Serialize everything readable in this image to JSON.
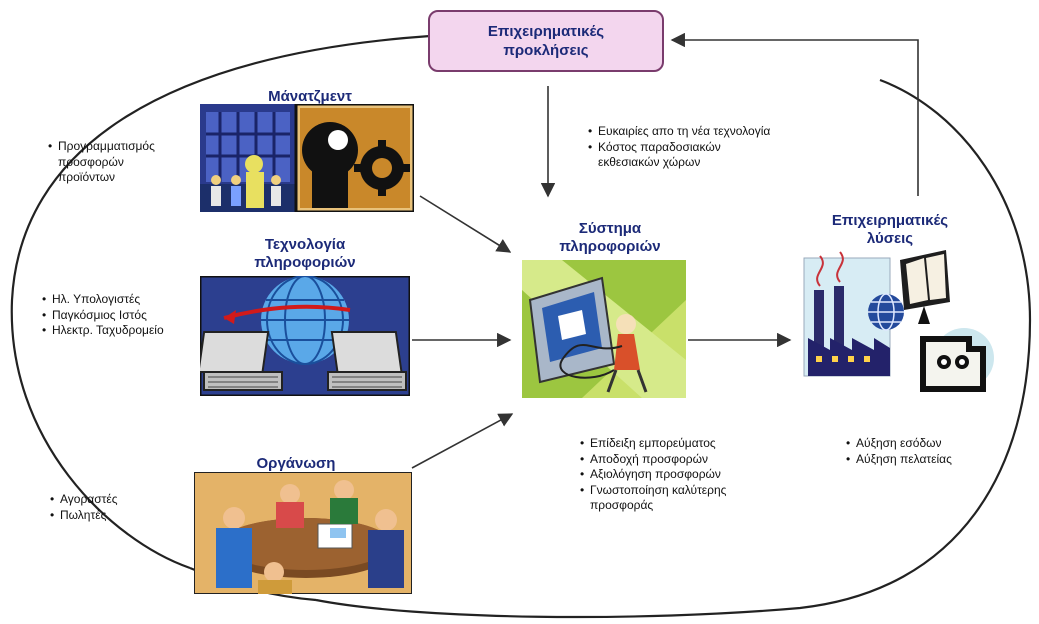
{
  "top_box": {
    "line1": "Επιχειρηματικές",
    "line2": "προκλήσεις"
  },
  "nodes": {
    "management": {
      "title": "Μάνατζμεντ"
    },
    "it": {
      "line1": "Τεχνολογία",
      "line2": "πληροφοριών"
    },
    "organization": {
      "title": "Οργάνωση"
    },
    "info_system": {
      "line1": "Σύστημα",
      "line2": "πληροφοριών"
    },
    "business_solutions": {
      "line1": "Επιχειρηματικές",
      "line2": "λύσεις"
    }
  },
  "bullet_groups": {
    "management": [
      "Προγραμματισμός",
      "προσφορών",
      "προϊόντων"
    ],
    "it": [
      "Ηλ. Υπολογιστές",
      "Παγκόσμιος Ιστός",
      "Ηλεκτρ. Ταχυδρομείο"
    ],
    "organization": [
      "Αγοραστές",
      "Πωλητές"
    ],
    "challenges": [
      "Ευκαιρίες απο τη νέα τεχνολογία",
      "Κόστος παραδοσιακών",
      "εκθεσιακών χώρων"
    ],
    "info_system": [
      "Επίδειξη εμπορεύματος",
      "Αποδοχή προσφορών",
      "Αξιολόγηση προσφορών",
      "Γνωστοποίηση καλύτερης",
      "προσφοράς"
    ],
    "solutions": [
      "Αύξηση εσόδων",
      "Αύξηση πελατείας"
    ]
  },
  "colors": {
    "title_text": "#1c2a78",
    "top_box_fill": "#f3d6ee",
    "top_box_border": "#7a3c6d",
    "cycle_line": "#222222",
    "arrow": "#333333"
  },
  "icons": {
    "management_picture": "businesspeople-and-gears-clipart",
    "it_picture": "networked-laptops-globe-clipart",
    "organization_picture": "meeting-table-clipart",
    "info_system_picture": "computer-user-cable-clipart",
    "solutions_picture": "factory-globe-book-clipart"
  }
}
